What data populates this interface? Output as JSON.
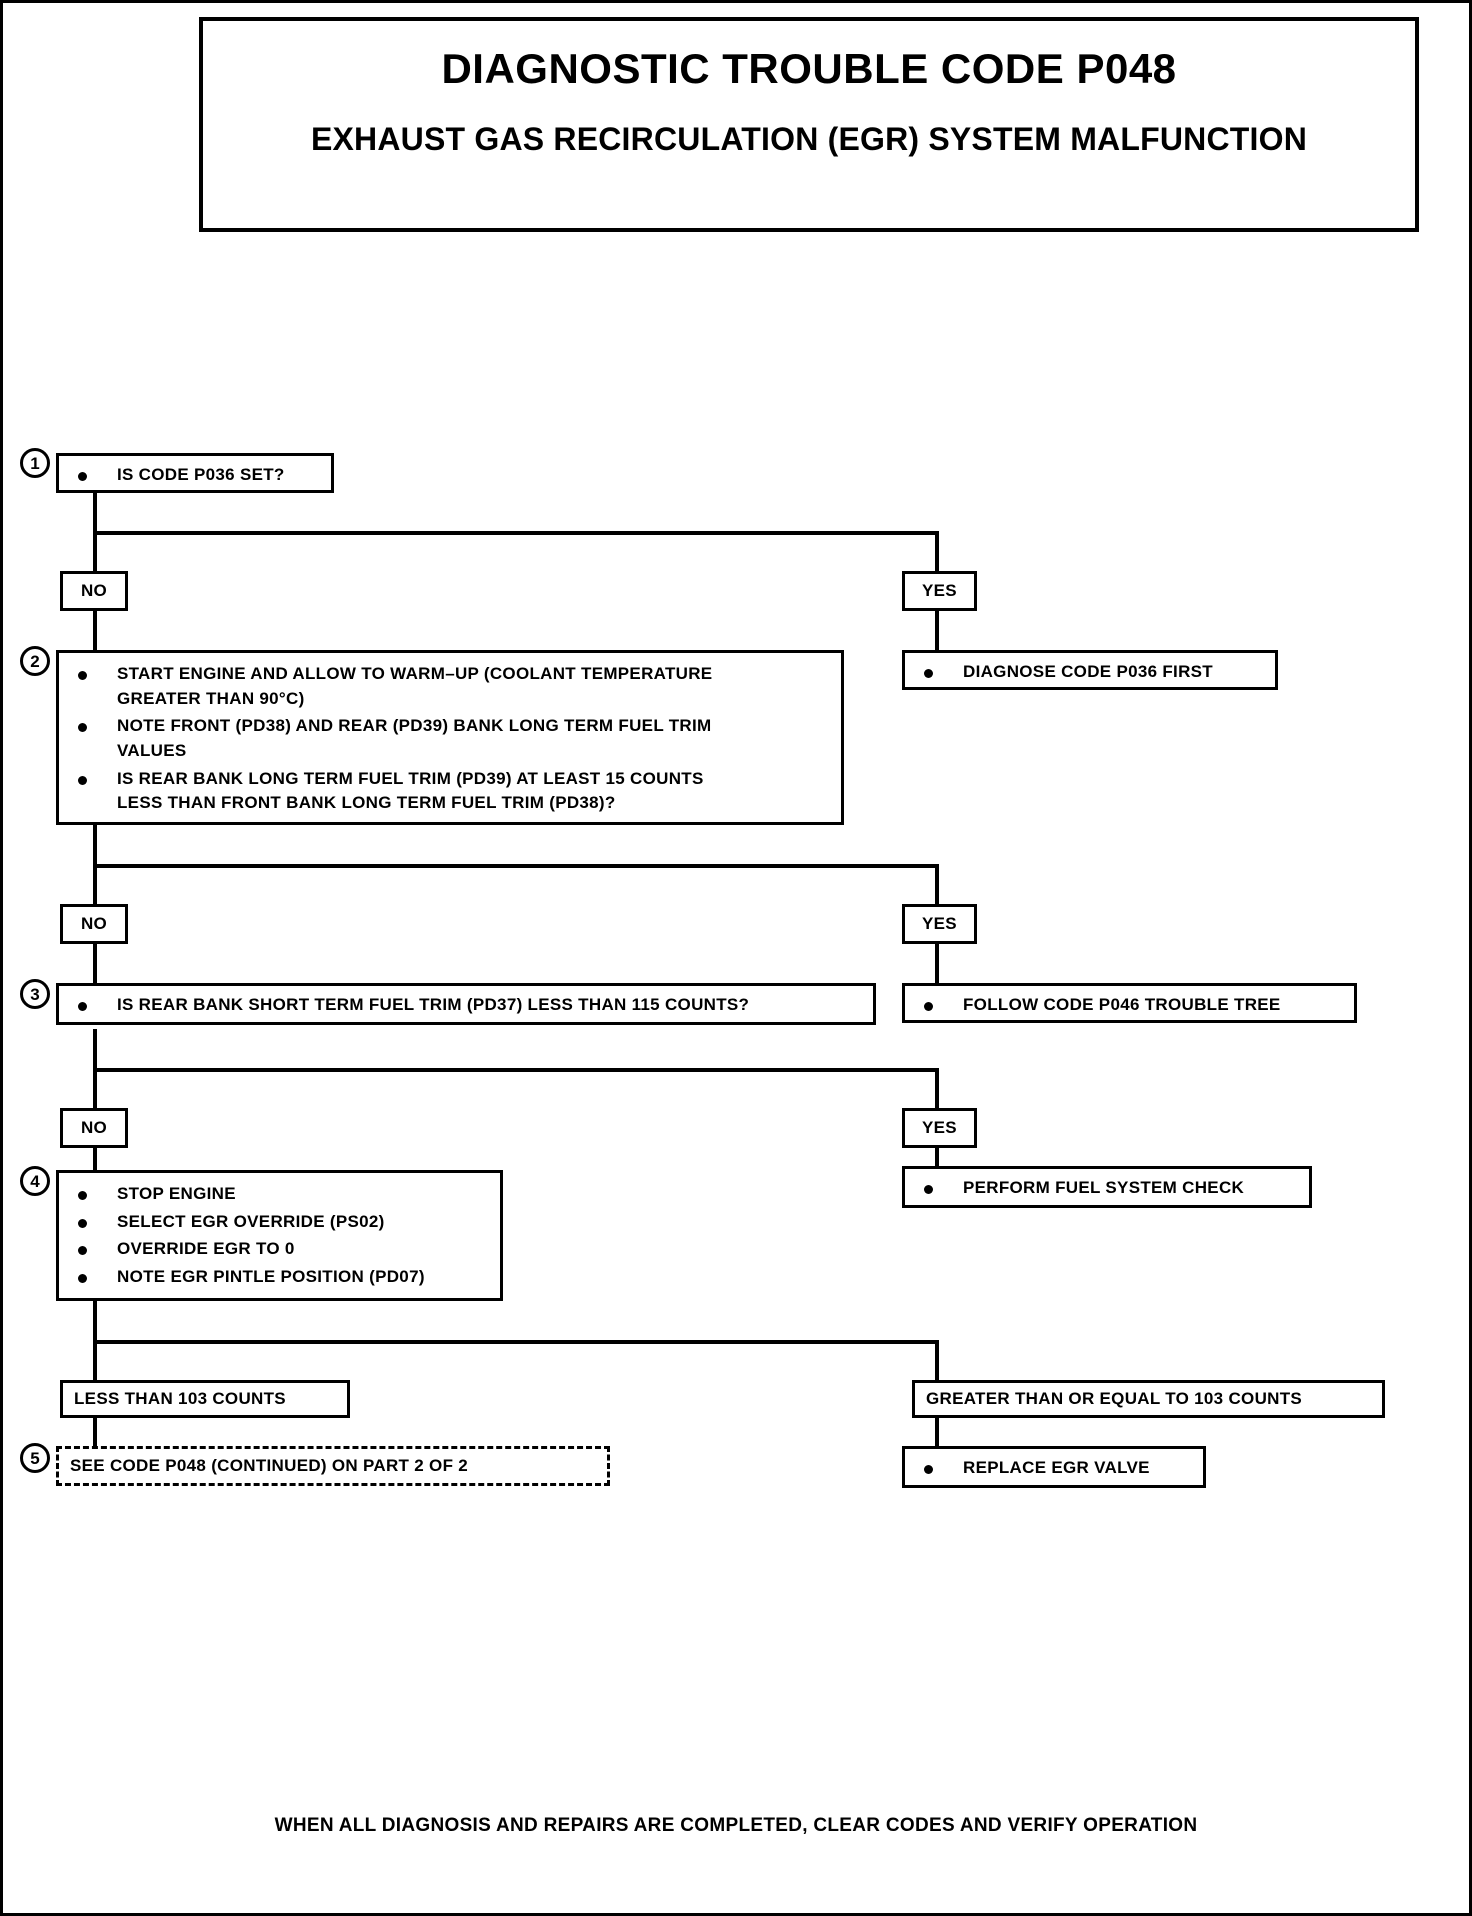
{
  "document": {
    "title_main": "DIAGNOSTIC TROUBLE CODE P048",
    "title_sub": "EXHAUST GAS RECIRCULATION (EGR) SYSTEM MALFUNCTION",
    "footer": "WHEN ALL DIAGNOSIS AND REPAIRS ARE COMPLETED, CLEAR CODES AND VERIFY OPERATION"
  },
  "steps": {
    "n1": "1",
    "n2": "2",
    "n3": "3",
    "n4": "4",
    "n5": "5"
  },
  "branch_labels": {
    "no1": "NO",
    "yes1": "YES",
    "no2": "NO",
    "yes2": "YES",
    "no3": "NO",
    "yes3": "YES",
    "less_than": "LESS THAN 103 COUNTS",
    "greater_equal": "GREATER THAN OR EQUAL TO 103 COUNTS"
  },
  "nodes": {
    "step1": {
      "bullets": [
        "IS CODE P036 SET?"
      ]
    },
    "step1_yes": {
      "bullets": [
        "DIAGNOSE CODE P036 FIRST"
      ]
    },
    "step2": {
      "bullets": [
        "START ENGINE AND ALLOW TO WARM–UP (COOLANT TEMPERATURE\nGREATER THAN 90°C)",
        "NOTE FRONT (PD38) AND REAR (PD39) BANK LONG TERM FUEL TRIM\nVALUES",
        "IS REAR BANK LONG TERM FUEL TRIM (PD39) AT LEAST 15 COUNTS\nLESS THAN FRONT BANK LONG TERM FUEL TRIM (PD38)?"
      ]
    },
    "step2_yes": {
      "bullets": [
        "FOLLOW CODE P046 TROUBLE TREE"
      ]
    },
    "step3": {
      "bullets": [
        "IS REAR BANK SHORT TERM FUEL TRIM (PD37) LESS THAN 115 COUNTS?"
      ]
    },
    "step3_yes": {
      "bullets": [
        "PERFORM FUEL SYSTEM CHECK"
      ]
    },
    "step4": {
      "bullets": [
        "STOP ENGINE",
        "SELECT EGR OVERRIDE (PS02)",
        "OVERRIDE EGR TO 0",
        "NOTE EGR PINTLE POSITION (PD07)"
      ]
    },
    "step4_ge": {
      "bullets": [
        "REPLACE EGR VALVE"
      ]
    },
    "step5": {
      "text": "SEE CODE P048 (CONTINUED) ON PART 2 OF 2"
    }
  }
}
